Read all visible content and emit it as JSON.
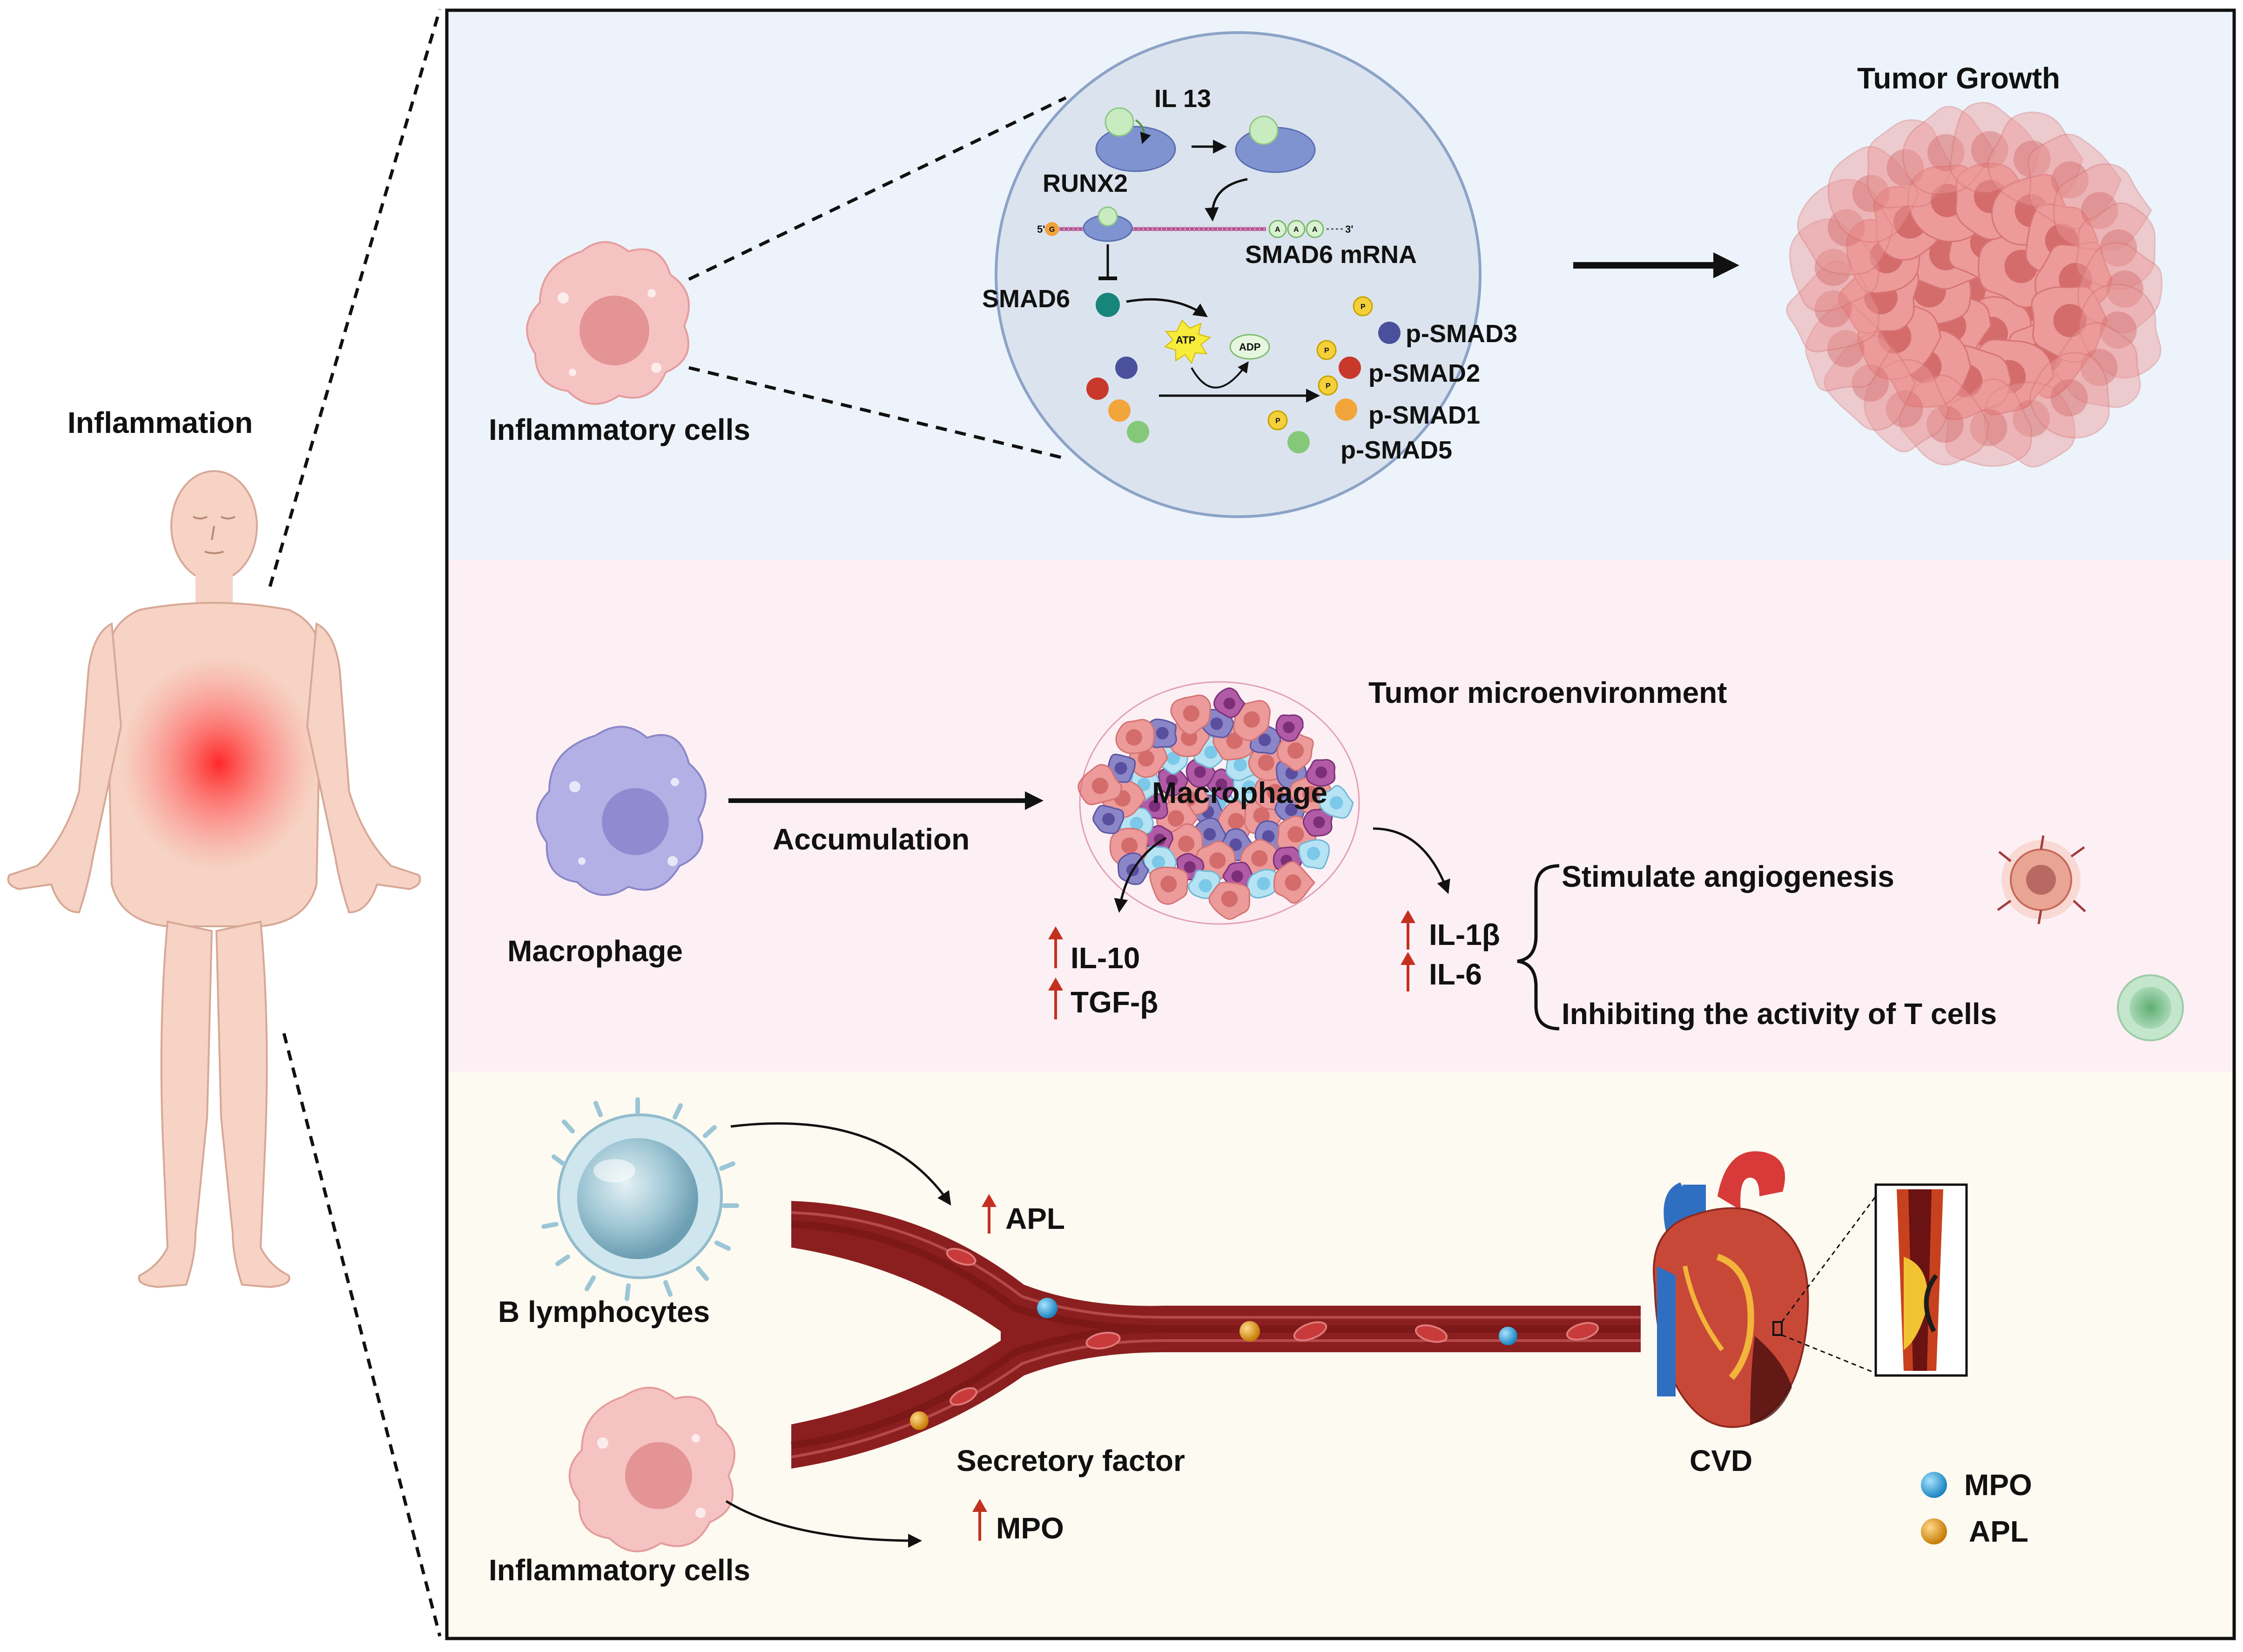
{
  "colors": {
    "panel_top": "#edf3fa",
    "panel_mid": "#fdf0f5",
    "panel_bottom": "#fdfaf1",
    "inflammatory_cell": "#f4b8b8",
    "macrophage": "#a9a6e0",
    "tumor": "#e98787",
    "vessel": "#8b1f1f",
    "up_arrow": "#c43020",
    "mpo": "#2a9fd6",
    "apl": "#e6a01c"
  },
  "left": {
    "title": "Inflammation",
    "body_icon": "human-body-icon"
  },
  "panel_top": {
    "inflammatory_cells_label": "Inflammatory cells",
    "il13_label": "IL 13",
    "runx2_label": "RUNX2",
    "smad6_mrna_label": "SMAD6 mRNA",
    "smad6_label": "SMAD6",
    "atp_label": "ATP",
    "adp_label": "ADP",
    "p_label": "P",
    "five_prime": "5'",
    "three_prime": "3'",
    "g_label": "G",
    "a_label": "A",
    "p_smad3": "p-SMAD3",
    "p_smad2": "p-SMAD2",
    "p_smad1": "p-SMAD1",
    "p_smad5": "p-SMAD5",
    "tumor_growth_label": "Tumor Growth"
  },
  "panel_mid": {
    "macrophage_label": "Macrophage",
    "accumulation_label": "Accumulation",
    "tme_label": "Tumor microenvironment",
    "tme_macrophage_label": "Macrophage",
    "il10_label": "IL-10",
    "tgfb_label": "TGF-β",
    "il1b_label": "IL-1β",
    "il6_label": "IL-6",
    "angiogenesis_label": "Stimulate angiogenesis",
    "tcell_label": "Inhibiting the activity of  T cells"
  },
  "panel_bottom": {
    "b_lymphocytes_label": "B lymphocytes",
    "inflammatory_cells_label": "Inflammatory cells",
    "apl_label": "APL",
    "mpo_label": "MPO",
    "secretory_label": "Secretory factor",
    "cvd_label": "CVD",
    "legend_mpo": "MPO",
    "legend_apl": "APL"
  }
}
